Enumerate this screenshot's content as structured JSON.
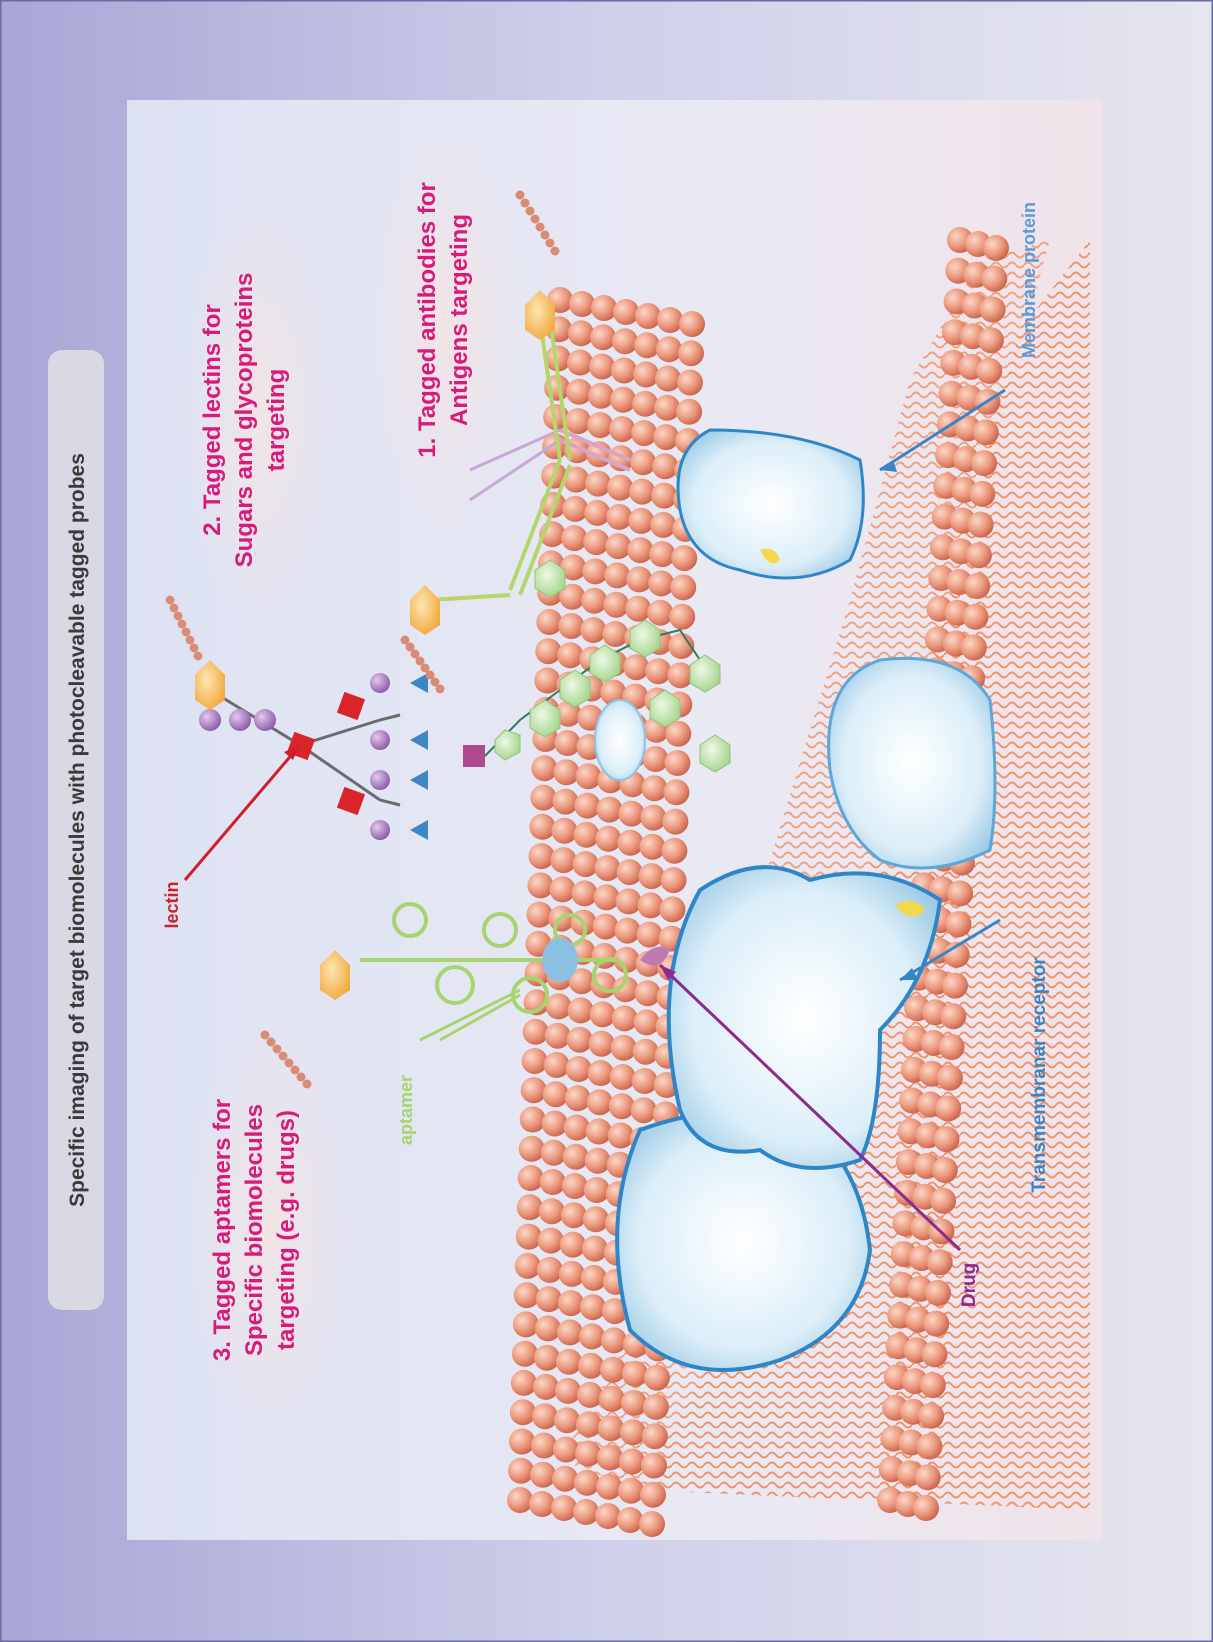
{
  "title": "Specific imaging of target biomolecules with photocleavable tagged probes",
  "probes": [
    {
      "line1": "1. Tagged antibodies for",
      "line2": "Antigens targeting",
      "line3": ""
    },
    {
      "line1": "2. Tagged lectins for",
      "line2": "Sugars and glycoproteins",
      "line3": "targeting"
    },
    {
      "line1": "3. Tagged aptamers for",
      "line2": "Specific biomolecules",
      "line3": "targeting (e.g. drugs)"
    }
  ],
  "labels": {
    "lectin": "lectin",
    "aptamer": "aptamer",
    "drug": "Drug",
    "transmembrane_receptor": "Transmembranar receptor",
    "membrane_protein": "Membrane protein"
  },
  "colors": {
    "frame_outer": "#b9b6dc",
    "panel": "#e7e9f4",
    "probe_text": "#d81b7a",
    "lectin_arrow": "#d11f2a",
    "aptamer_green": "#a7d36b",
    "drug_purple": "#8d2a8e",
    "protein_blue": "#5b9bd5",
    "lipid_head": "#e98b6f",
    "lipid_tail": "#f08a5a",
    "tag_orange": "#f6b54a"
  }
}
